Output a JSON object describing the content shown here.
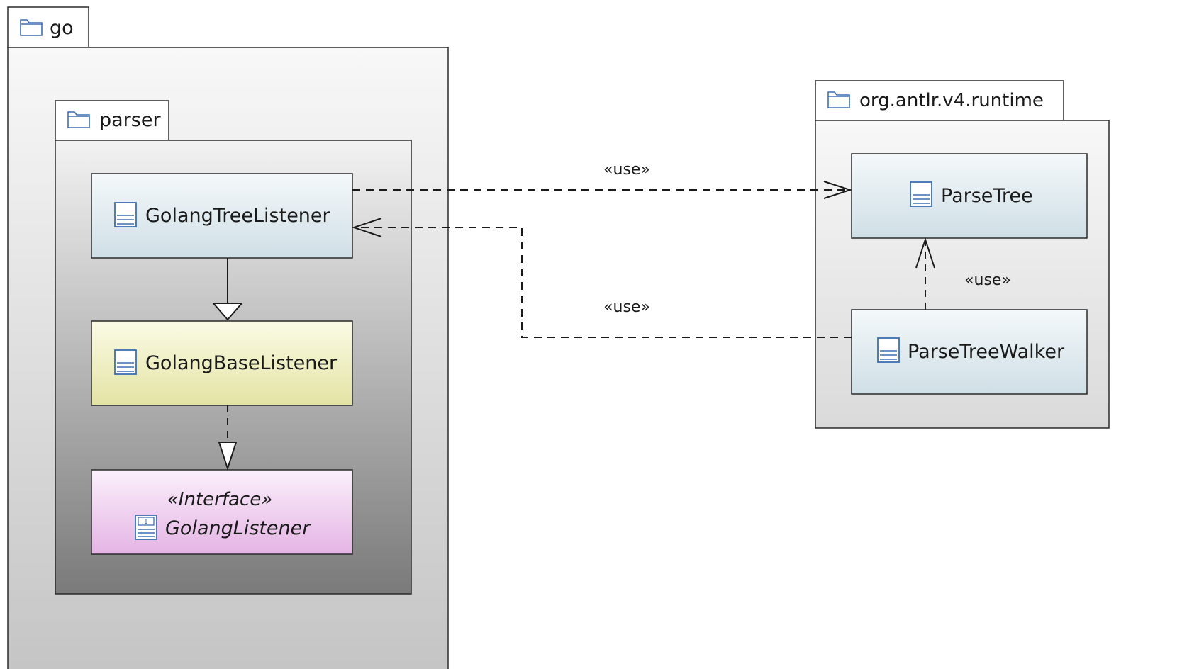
{
  "packages": {
    "go": {
      "name": "go"
    },
    "parser": {
      "name": "parser"
    },
    "runtime": {
      "name": "org.antlr.v4.runtime"
    }
  },
  "classes": {
    "tree_listener": {
      "name": "GolangTreeListener"
    },
    "base_listener": {
      "name": "GolangBaseListener"
    },
    "listener": {
      "stereotype": "«Interface»",
      "name": "GolangListener"
    },
    "parse_tree": {
      "name": "ParseTree"
    },
    "walker": {
      "name": "ParseTreeWalker"
    }
  },
  "relations": {
    "use_1": "«use»",
    "use_2": "«use»",
    "use_3": "«use»"
  },
  "colors": {
    "class_fill_top": "#f4f8fa",
    "class_fill_bottom": "#cfdfe6",
    "base_fill_top": "#fbfbe6",
    "base_fill_bottom": "#e3e3a4",
    "interface_fill_top": "#fbf0fb",
    "interface_fill_bottom": "#e4b4e4",
    "icon_blue": "#3d6fb3"
  }
}
